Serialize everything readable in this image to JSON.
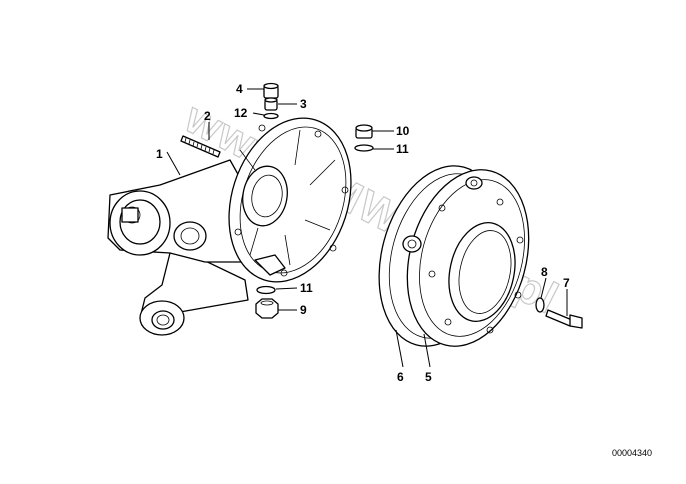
{
  "diagram": {
    "watermark": "www.BMWstore.pl",
    "drawing_number": "00004340",
    "callouts": {
      "c1": "1",
      "c2": "2",
      "c3": "3",
      "c4": "4",
      "c5": "5",
      "c6": "6",
      "c7": "7",
      "c8": "8",
      "c9": "9",
      "c10": "10",
      "c11a": "11",
      "c11b": "11",
      "c12": "12"
    }
  }
}
